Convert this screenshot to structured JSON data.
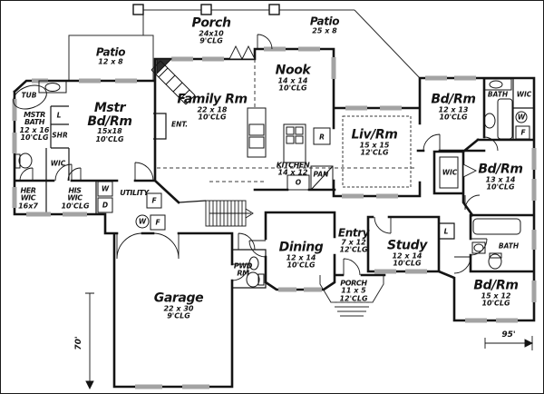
{
  "rooms": {
    "porch_top": {
      "name": "Porch",
      "dims": "24x10",
      "clg": "9'CLG"
    },
    "patio_left": {
      "name": "Patio",
      "dims": "12 x 8"
    },
    "patio_right": {
      "name": "Patio",
      "dims": "25 x 8"
    },
    "nook": {
      "name": "Nook",
      "dims": "14 x 14",
      "clg": "10'CLG"
    },
    "family_rm": {
      "name": "Family Rm",
      "dims": "22 x 18",
      "clg": "10'CLG"
    },
    "mstr_bdrm": {
      "name": "Mstr Bd/Rm",
      "dims": "15x18",
      "clg": "10'CLG"
    },
    "mstr_bath": {
      "name": "MSTR BATH",
      "dims": "12 x 16",
      "clg": "10'CLG"
    },
    "liv_rm": {
      "name": "Liv/Rm",
      "dims": "15 x 15",
      "clg": "12'CLG"
    },
    "kitchen": {
      "name": "KITCHEN",
      "dims": "14 x 12"
    },
    "bdrm_ne": {
      "name": "Bd/Rm",
      "dims": "12 x 13",
      "clg": "10'CLG"
    },
    "bdrm_e": {
      "name": "Bd/Rm",
      "dims": "13 x 14",
      "clg": "10'CLG"
    },
    "bdrm_se": {
      "name": "Bd/Rm",
      "dims": "15 x 12",
      "clg": "10'CLG"
    },
    "entry": {
      "name": "Entry",
      "dims": "7 x 12",
      "clg": "12'CLG"
    },
    "study": {
      "name": "Study",
      "dims": "12 x 14",
      "clg": "10'CLG"
    },
    "dining": {
      "name": "Dining",
      "dims": "12 x 14",
      "clg": "10'CLG"
    },
    "garage": {
      "name": "Garage",
      "dims": "22 x 30",
      "clg": "9'CLG"
    },
    "porch_front": {
      "name": "PORCH",
      "dims": "11 x 5",
      "clg": "12'CLG"
    },
    "pwd": {
      "name": "PWD RM"
    },
    "her_wic": {
      "name": "HER WIC",
      "dims": "16x7"
    },
    "his_wic": {
      "name": "HIS WIC",
      "clg": "10'CLG"
    },
    "utility": {
      "name": "UTILITY"
    }
  },
  "labels": {
    "tub": "TUB",
    "shr": "SHR",
    "wic": "WIC",
    "linen": "L",
    "ent": "ENT.",
    "bath": "BATH",
    "pan": "PAN",
    "oven": "O",
    "range": "R",
    "washer": "W",
    "dryer": "D",
    "freezer": "F"
  },
  "dimensions": {
    "depth": "70'",
    "width": "95'"
  }
}
